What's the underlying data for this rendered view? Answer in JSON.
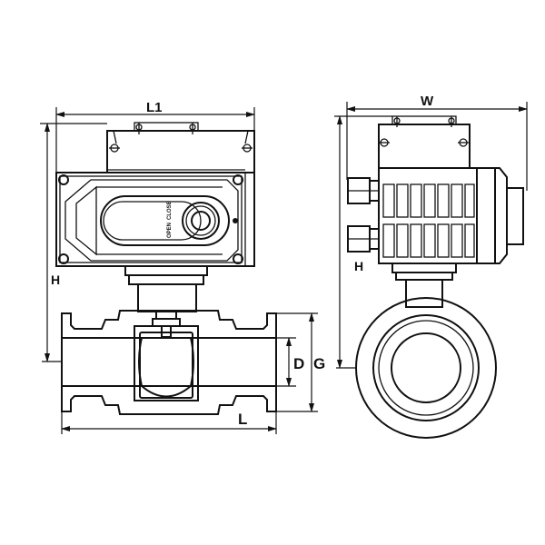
{
  "drawing": {
    "subject": "Electric actuated sanitary clamp ball valve",
    "views": [
      "front-view",
      "side-view"
    ],
    "dimensions": {
      "L1": "L1",
      "H_front": "H",
      "L": "L",
      "D": "D",
      "G": "G",
      "W": "W",
      "H_side": "H"
    },
    "dial_text": {
      "close": "CLOSE",
      "open": "OPEN"
    },
    "colors": {
      "line": "#111111",
      "background": "#ffffff"
    }
  }
}
